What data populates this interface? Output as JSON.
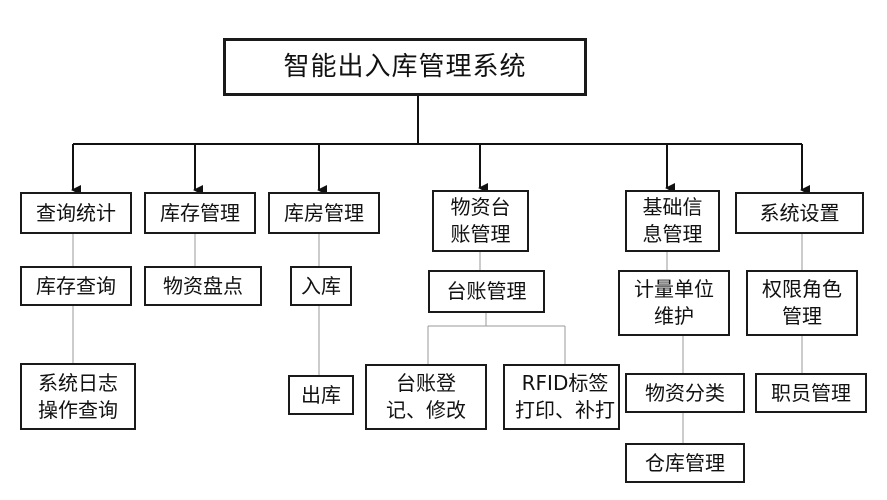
{
  "title": "智能出入库管理系统",
  "modules": [
    {
      "label": "查询统计",
      "children": [
        "库存查询",
        "系统日志\n操作查询"
      ]
    },
    {
      "label": "库存管理",
      "children": [
        "物资盘点"
      ]
    },
    {
      "label": "库房管理",
      "children": [
        "入库",
        "出库"
      ]
    },
    {
      "label": "物资台\n账管理",
      "children": [
        {
          "label": "台账管理",
          "children": [
            "台账登\n记、修改",
            "RFID标签\n打印、补打"
          ]
        }
      ]
    },
    {
      "label": "基础信\n息管理",
      "children": [
        "计量单位\n维护",
        "物资分类",
        "仓库管理"
      ]
    },
    {
      "label": "系统设置",
      "children": [
        "权限角色\n管理",
        "职员管理"
      ]
    }
  ]
}
